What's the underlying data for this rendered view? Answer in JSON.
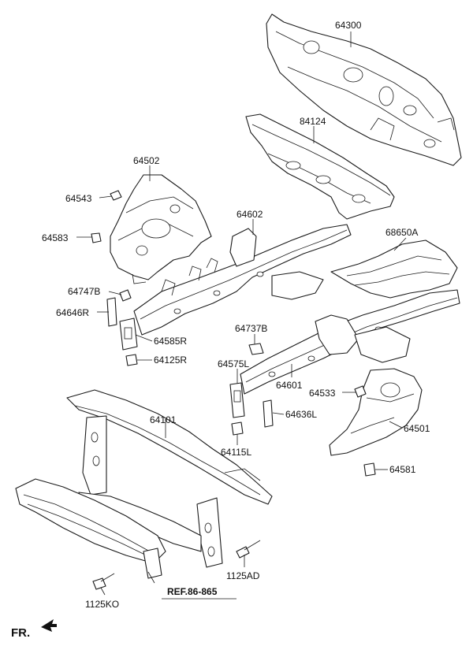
{
  "labels": {
    "p64300": "64300",
    "p84124": "84124",
    "p64502": "64502",
    "p64543": "64543",
    "p64583": "64583",
    "p64602": "64602",
    "p68650A": "68650A",
    "p64747B": "64747B",
    "p64646R": "64646R",
    "p64585R": "64585R",
    "p64125R": "64125R",
    "p64737B": "64737B",
    "p64575L": "64575L",
    "p64601": "64601",
    "p64533": "64533",
    "p64636L": "64636L",
    "p64501": "64501",
    "p64581": "64581",
    "p64101": "64101",
    "p64115L": "64115L",
    "p1125AD": "1125AD",
    "p1125KO": "1125KO"
  },
  "reference": "REF.86-865",
  "direction": "FR."
}
